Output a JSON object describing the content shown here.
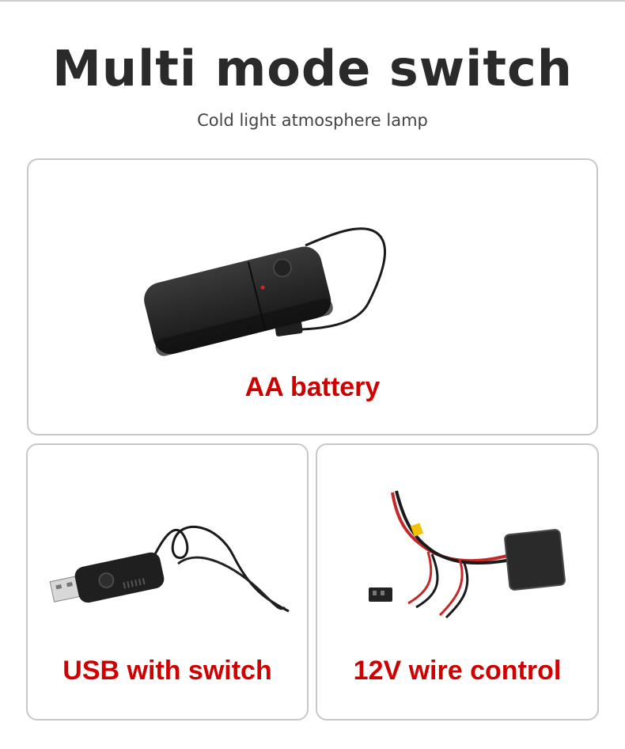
{
  "header": {
    "title": "Multi mode switch",
    "subtitle": "Cold light atmosphere lamp"
  },
  "cards": [
    {
      "label": "AA battery",
      "image": "battery-box-controller-image"
    },
    {
      "label": "USB with switch",
      "image": "usb-controller-image"
    },
    {
      "label": "12V wire control",
      "image": "12v-wire-controller-image"
    }
  ],
  "colors": {
    "label": "#d10000",
    "title": "#2a2a2a",
    "card_border": "#c8c8c8"
  }
}
